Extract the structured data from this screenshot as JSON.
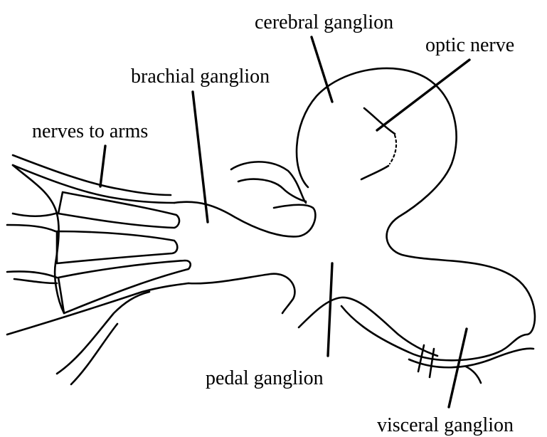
{
  "labels": {
    "cerebral_ganglion": "cerebral ganglion",
    "optic_nerve": "optic nerve",
    "brachial_ganglion": "brachial ganglion",
    "nerves_to_arms": "nerves to arms",
    "pedal_ganglion": "pedal ganglion",
    "visceral_ganglion": "visceral ganglion"
  },
  "colors": {
    "ink": "#000000",
    "background": "#ffffff"
  }
}
